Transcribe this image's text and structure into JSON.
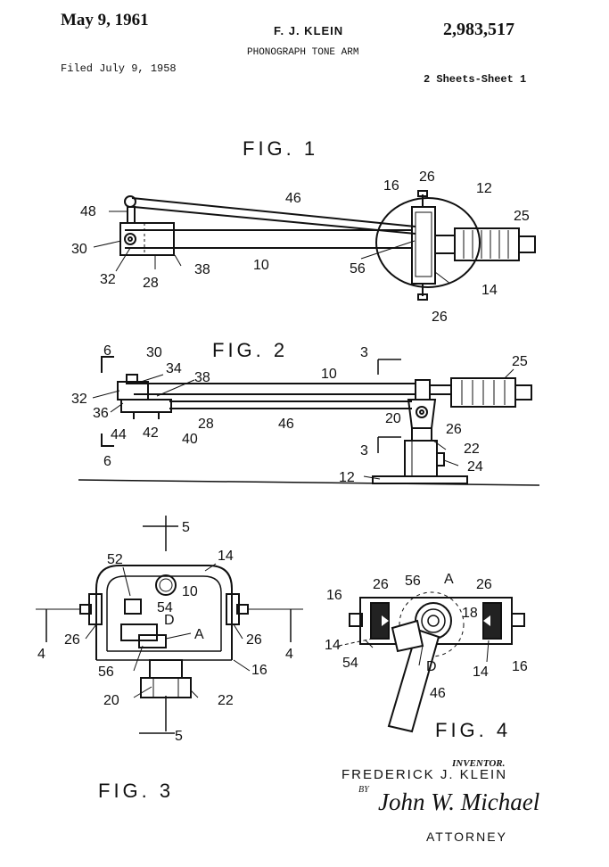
{
  "header": {
    "date": "May 9, 1961",
    "inventor": "F. J. KLEIN",
    "patent_number": "2,983,517",
    "title": "PHONOGRAPH TONE ARM",
    "filed": "Filed July 9, 1958",
    "sheets": "2 Sheets-Sheet 1"
  },
  "figures": {
    "fig1": "FIG. 1",
    "fig2": "FIG. 2",
    "fig3": "FIG. 3",
    "fig4": "FIG. 4"
  },
  "fig1_labels": {
    "l48": "48",
    "l46": "46",
    "l16": "16",
    "l26a": "26",
    "l12": "12",
    "l25": "25",
    "l30": "30",
    "l32": "32",
    "l28": "28",
    "l38": "38",
    "l10": "10",
    "l56": "56",
    "l14": "14",
    "l26b": "26"
  },
  "fig2_labels": {
    "l6a": "6",
    "l30": "30",
    "l34": "34",
    "l38": "38",
    "l32": "32",
    "l36": "36",
    "l10": "10",
    "l3a": "3",
    "l25": "25",
    "l44": "44",
    "l42": "42",
    "l28": "28",
    "l40": "40",
    "l46": "46",
    "l20": "20",
    "l26": "26",
    "l3b": "3",
    "l22": "22",
    "l24": "24",
    "l6b": "6",
    "l12": "12"
  },
  "fig3_labels": {
    "l5a": "5",
    "l52": "52",
    "l14": "14",
    "l10": "10",
    "l54": "54",
    "lD": "D",
    "l4a": "4",
    "l26a": "26",
    "lA": "A",
    "l26b": "26",
    "l4b": "4",
    "l56": "56",
    "l16": "16",
    "l20": "20",
    "l22": "22",
    "l5b": "5"
  },
  "fig4_labels": {
    "l16a": "16",
    "l26a": "26",
    "l56": "56",
    "lA": "A",
    "l26b": "26",
    "l18": "18",
    "l14a": "14",
    "l54": "54",
    "lD": "D",
    "l14b": "14",
    "l16b": "16",
    "l46": "46"
  },
  "signature": {
    "inventor_caption": "INVENTOR.",
    "inventor_name": "FREDERICK J. KLEIN",
    "by": "BY",
    "attorney_signature": "John W. Michael",
    "attorney_caption": "ATTORNEY"
  }
}
